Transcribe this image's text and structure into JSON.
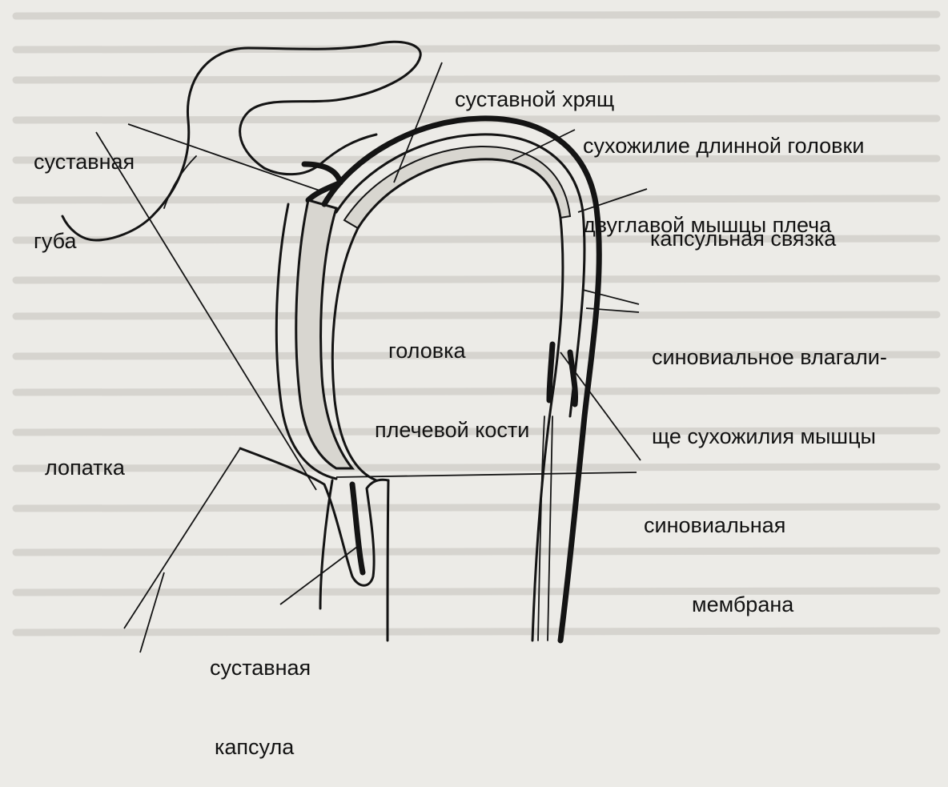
{
  "labels": {
    "articular_cartilage": "суставной хрящ",
    "labrum_line1": "суставная",
    "labrum_line2": "губа",
    "biceps_tendon_line1": "сухожилие длинной головки",
    "biceps_tendon_line2": "двуглавой мышцы плеча",
    "capsular_ligament": "капсульная связка",
    "humeral_head_line1": "головка",
    "humeral_head_line2": "плечевой кости",
    "tendon_sheath_line1": "синовиальное влагали-",
    "tendon_sheath_line2": "ще сухожилия мышцы",
    "scapula": "лопатка",
    "synovial_membrane_line1": "синовиальная",
    "synovial_membrane_line2": "мембрана",
    "joint_capsule_line1": "суставная",
    "joint_capsule_line2": "капсула"
  },
  "colors": {
    "background": "#ecebe7",
    "ink": "#141414",
    "cartilage_fill": "#d8d6d0",
    "faded_text": "#d6d4cf"
  }
}
